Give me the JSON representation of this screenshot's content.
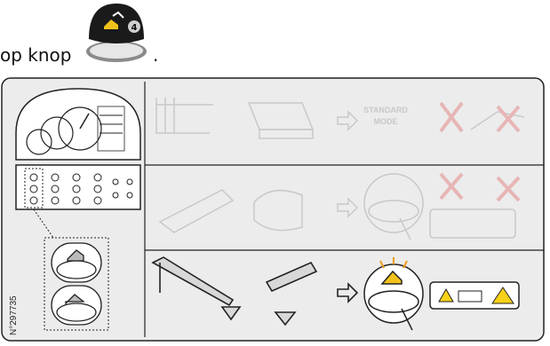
{
  "caption": {
    "text": "op knop",
    "trailing": "."
  },
  "knob": {
    "badge": "4"
  },
  "panel": {
    "standard_mode": {
      "line1": "STANDARD",
      "line2": "MODE"
    },
    "serial": "N°297735"
  },
  "colors": {
    "panel_bg": "#ededed",
    "border": "#222222",
    "faded": "#c8c8c8",
    "warning": "#f7d117",
    "glow": "#f39a1c"
  }
}
